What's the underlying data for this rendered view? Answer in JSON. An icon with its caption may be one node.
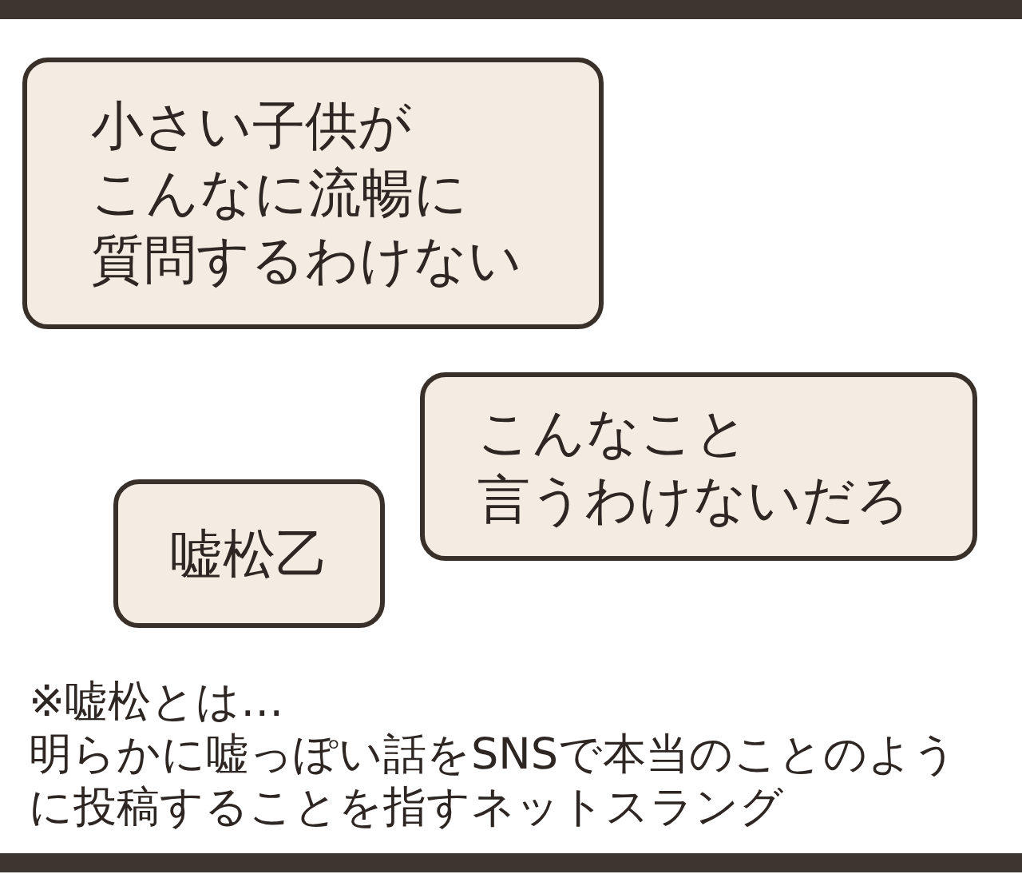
{
  "diagram": {
    "nodes": [
      {
        "text": [
          "小さい子供がこんなに流暢に質問するわけない"
        ]
      },
      {
        "text": [
          "こんなこと言うわけないだろ"
        ]
      },
      {
        "text": [
          "嘘松乙"
        ]
      }
    ],
    "labels": [
      "※嘘松とは…",
      "明らかに嘘っぽい話をSNSで本当のことのように投稿することを指すネットスラング"
    ]
  }
}
